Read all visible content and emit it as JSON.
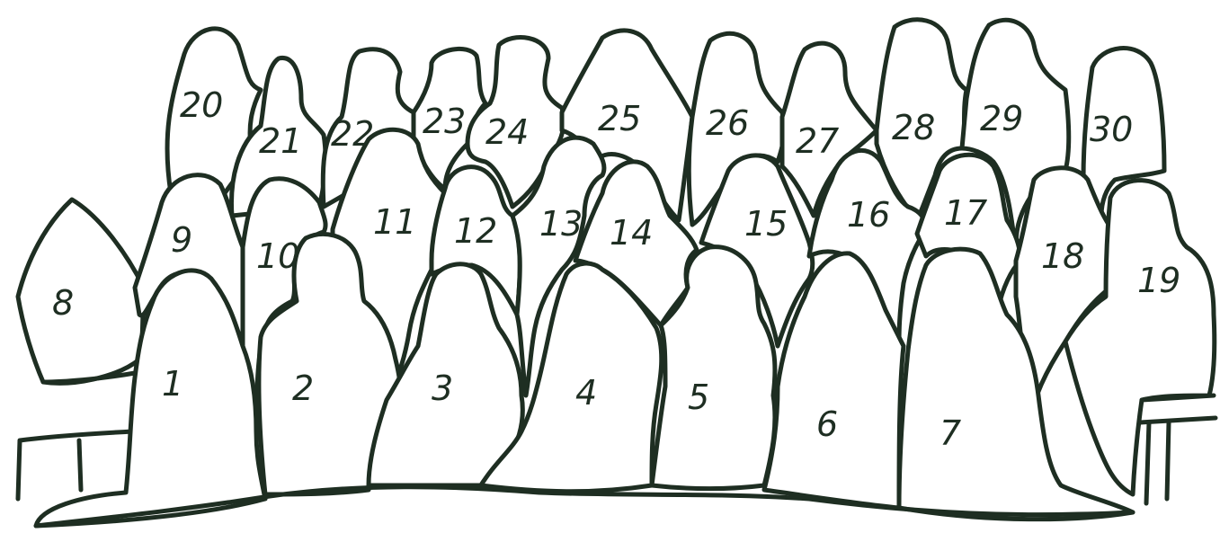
{
  "figures": [
    {
      "id": "figure-20",
      "label": "20"
    },
    {
      "id": "figure-21",
      "label": "21"
    },
    {
      "id": "figure-22",
      "label": "22"
    },
    {
      "id": "figure-23",
      "label": "23"
    },
    {
      "id": "figure-24",
      "label": "24"
    },
    {
      "id": "figure-25",
      "label": "25"
    },
    {
      "id": "figure-26",
      "label": "26"
    },
    {
      "id": "figure-27",
      "label": "27"
    },
    {
      "id": "figure-28",
      "label": "28"
    },
    {
      "id": "figure-29",
      "label": "29"
    },
    {
      "id": "figure-30",
      "label": "30"
    },
    {
      "id": "figure-8",
      "label": "8"
    },
    {
      "id": "figure-9",
      "label": "9"
    },
    {
      "id": "figure-10",
      "label": "10"
    },
    {
      "id": "figure-11",
      "label": "11"
    },
    {
      "id": "figure-12",
      "label": "12"
    },
    {
      "id": "figure-13",
      "label": "13"
    },
    {
      "id": "figure-14",
      "label": "14"
    },
    {
      "id": "figure-15",
      "label": "15"
    },
    {
      "id": "figure-16",
      "label": "16"
    },
    {
      "id": "figure-17",
      "label": "17"
    },
    {
      "id": "figure-18",
      "label": "18"
    },
    {
      "id": "figure-19",
      "label": "19"
    },
    {
      "id": "figure-1",
      "label": "1"
    },
    {
      "id": "figure-2",
      "label": "2"
    },
    {
      "id": "figure-3",
      "label": "3"
    },
    {
      "id": "figure-4",
      "label": "4"
    },
    {
      "id": "figure-5",
      "label": "5"
    },
    {
      "id": "figure-6",
      "label": "6"
    },
    {
      "id": "figure-7",
      "label": "7"
    }
  ],
  "colors": {
    "ink": "#1e2e22",
    "paper": "#ffffff"
  }
}
